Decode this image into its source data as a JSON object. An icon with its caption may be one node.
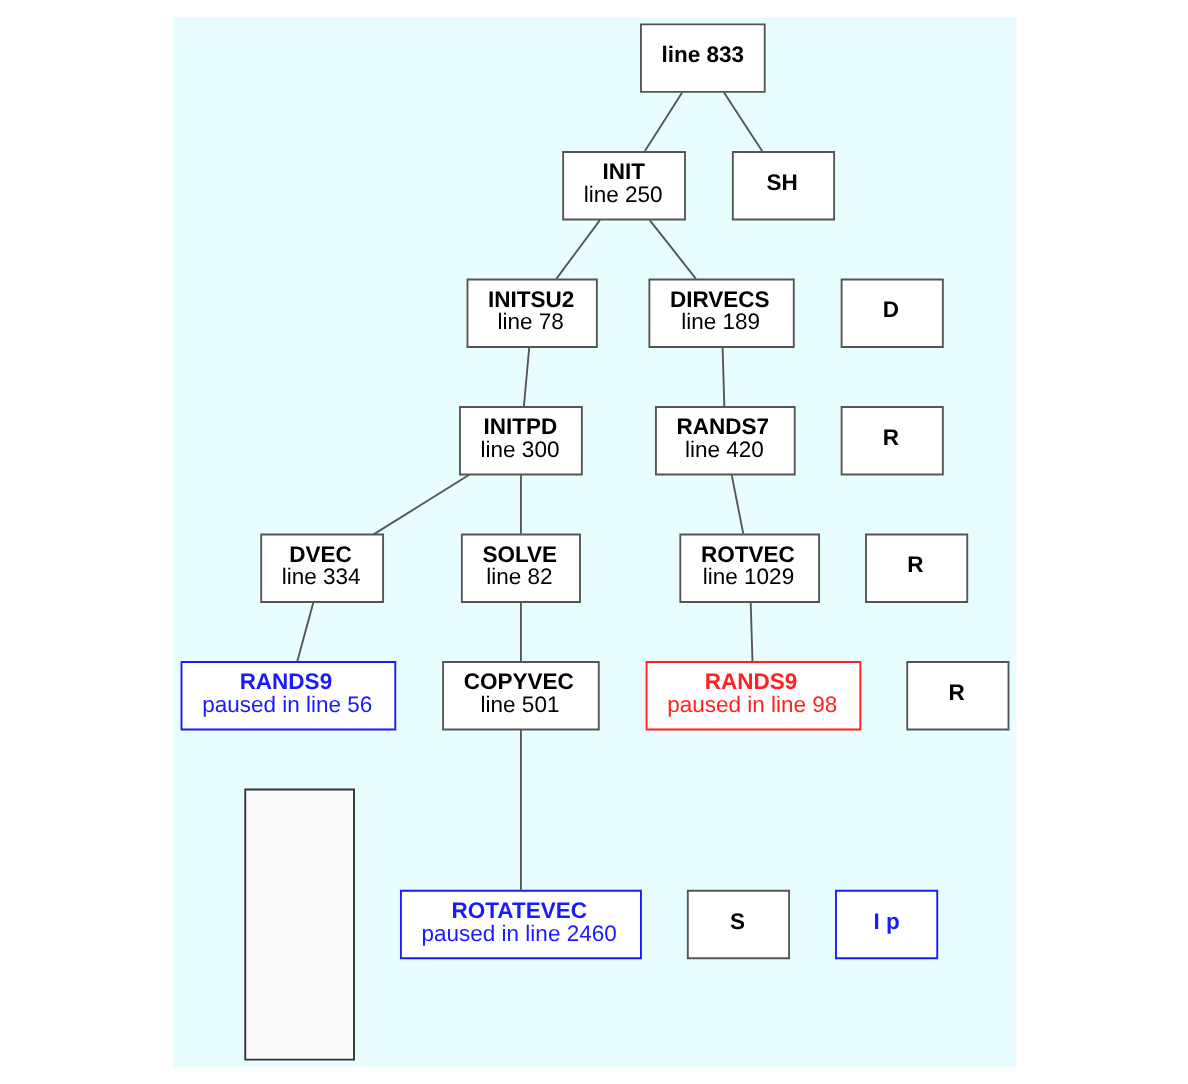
{
  "diagram": {
    "nodes": [
      {
        "text": [],
        "shape": "box"
      },
      {
        "text": [
          "line 833"
        ]
      },
      {
        "text": [
          "INIT",
          "line 250"
        ]
      },
      {
        "text": [
          "SH"
        ]
      },
      {
        "text": [
          "INITSU2",
          "line 78"
        ]
      },
      {
        "text": [
          "DIRVECS",
          "line 189"
        ]
      },
      {
        "text": [
          "D"
        ]
      },
      {
        "text": [
          "INITPD",
          "line 300"
        ]
      },
      {
        "text": [
          "RANDS7",
          "line 420"
        ]
      },
      {
        "text": [
          "R"
        ]
      },
      {
        "text": [
          "DVEC",
          "line 334"
        ]
      },
      {
        "text": [
          "SOLVE",
          "line 82"
        ]
      },
      {
        "text": [
          "ROTVEC",
          "line 1029"
        ]
      },
      {
        "text": [
          "R"
        ]
      },
      {
        "text": [
          "RANDS9",
          "paused in line 56"
        ]
      },
      {
        "text": [
          "COPYVEC",
          "line 501"
        ]
      },
      {
        "text": [
          "RANDS9",
          "paused in line 98"
        ]
      },
      {
        "text": [
          "R"
        ]
      },
      {
        "text": [
          "ROTATEVEC",
          "paused in line 2460"
        ]
      },
      {
        "text": [
          "S"
        ]
      },
      {
        "text": [
          "I p"
        ]
      }
    ],
    "edges": [
      {
        "from": 1,
        "to": 2,
        "arrow": "none"
      },
      {
        "from": 1,
        "to": 3,
        "arrow": "none"
      },
      {
        "from": 2,
        "to": 4,
        "arrow": "none"
      },
      {
        "from": 2,
        "to": 5,
        "arrow": "none"
      },
      {
        "from": 4,
        "to": 7,
        "arrow": "none"
      },
      {
        "from": 5,
        "to": 8,
        "arrow": "none"
      },
      {
        "from": 7,
        "to": 10,
        "arrow": "none"
      },
      {
        "from": 7,
        "to": 11,
        "arrow": "none"
      },
      {
        "from": 8,
        "to": 12,
        "arrow": "none"
      },
      {
        "from": 10,
        "to": 14,
        "arrow": "none"
      },
      {
        "from": 11,
        "to": 15,
        "arrow": "none"
      },
      {
        "from": 12,
        "to": 16,
        "arrow": "none"
      },
      {
        "from": 15,
        "to": 18,
        "arrow": "none"
      }
    ]
  }
}
